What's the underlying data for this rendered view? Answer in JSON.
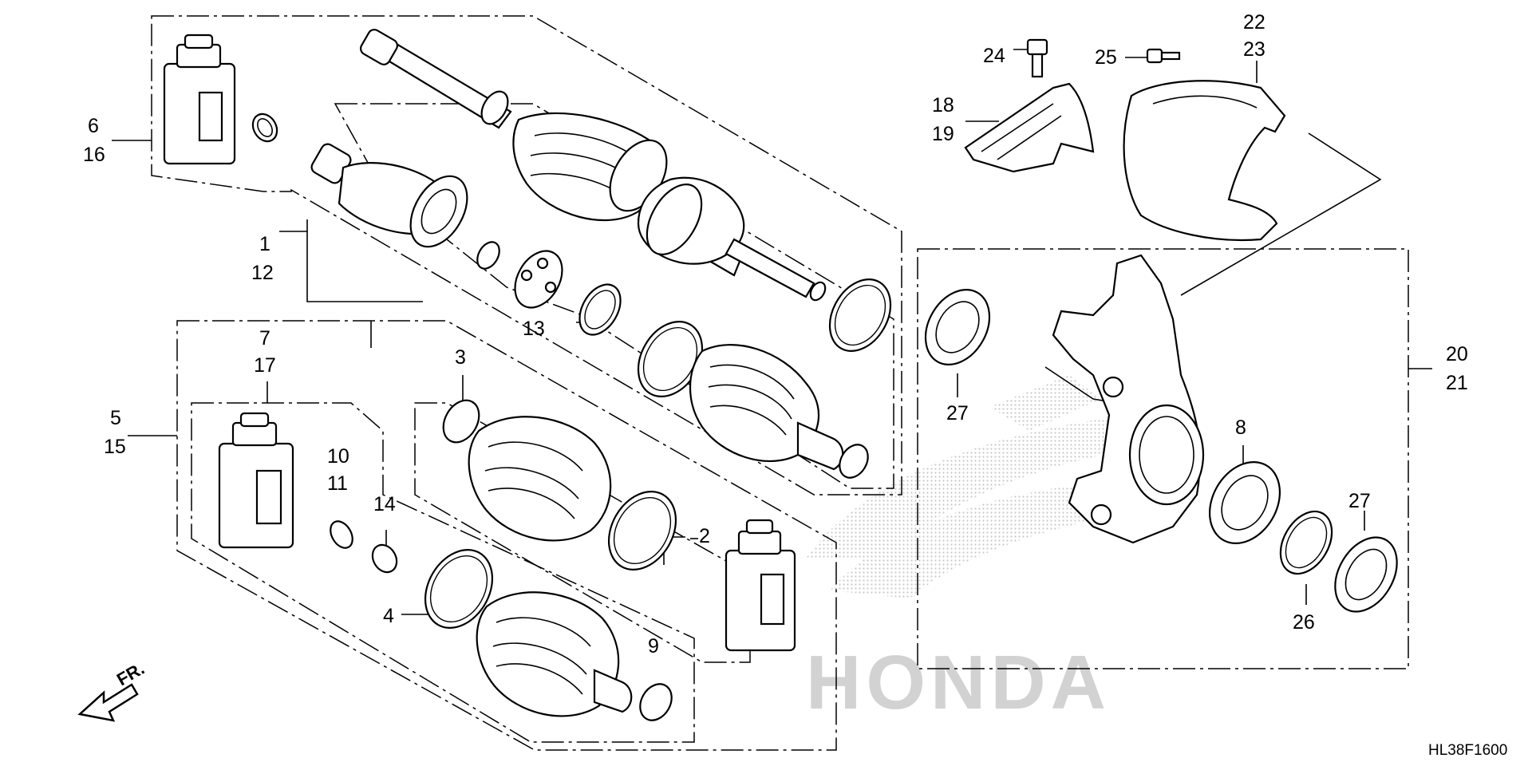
{
  "diagram_code": "HL38F1600",
  "watermark": "HONDA",
  "direction_label": "FR.",
  "callouts": {
    "c1": "1",
    "c12": "12",
    "c2": "2",
    "c3": "3",
    "c4": "4",
    "c5": "5",
    "c15": "15",
    "c6": "6",
    "c16": "16",
    "c7": "7",
    "c17": "17",
    "c8": "8",
    "c9": "9",
    "c10": "10",
    "c11": "11",
    "c13": "13",
    "c14": "14",
    "c18": "18",
    "c19": "19",
    "c20": "20",
    "c21": "21",
    "c22": "22",
    "c23": "23",
    "c24": "24",
    "c25": "25",
    "c26": "26",
    "c27a": "27",
    "c27b": "27"
  }
}
